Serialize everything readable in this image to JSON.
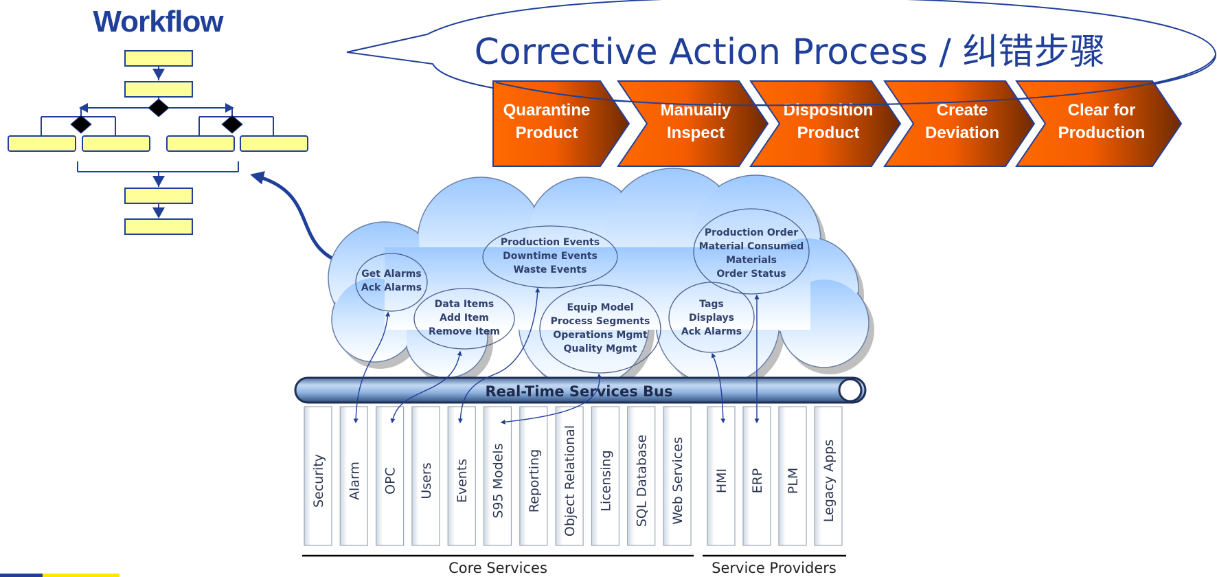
{
  "workflow": {
    "title": "Workflow"
  },
  "bubble": {
    "title": "Corrective Action Process / 纠错步骤"
  },
  "steps": [
    {
      "line1": "Quarantine",
      "line2": "Product"
    },
    {
      "line1": "Manually",
      "line2": "Inspect"
    },
    {
      "line1": "Disposition",
      "line2": "Product"
    },
    {
      "line1": "Create",
      "line2": "Deviation"
    },
    {
      "line1": "Clear for",
      "line2": "Production"
    }
  ],
  "cloud_groups": [
    {
      "name": "alarms",
      "lines": [
        "Get Alarms",
        "Ack Alarms"
      ]
    },
    {
      "name": "events",
      "lines": [
        "Production Events",
        "Downtime Events",
        "Waste Events"
      ]
    },
    {
      "name": "data-items",
      "lines": [
        "Data Items",
        "Add Item",
        "Remove Item"
      ]
    },
    {
      "name": "equip-model",
      "lines": [
        "Equip Model",
        "Process Segments",
        "Operations Mgmt",
        "Quality Mgmt"
      ]
    },
    {
      "name": "production-order",
      "lines": [
        "Production Order",
        "Material Consumed",
        "Materials",
        "Order Status"
      ]
    },
    {
      "name": "tags",
      "lines": [
        "Tags",
        "Displays",
        "Ack Alarms"
      ]
    }
  ],
  "bus": {
    "label": "Real-Time Services Bus"
  },
  "core_services": [
    "Security",
    "Alarm",
    "OPC",
    "Users",
    "Events",
    "S95 Models",
    "Reporting",
    "Object Relational",
    "Licensing",
    "SQL Database",
    "Web Services"
  ],
  "service_providers": [
    "HMI",
    "ERP",
    "PLM",
    "Legacy Apps"
  ],
  "groups": {
    "core": "Core Services",
    "providers": "Service Providers"
  },
  "colors": {
    "navy": "#1f3f99",
    "box_fill": "#ffff99",
    "arrow_orange": "#ff6a00",
    "arrow_dark": "#7a3000",
    "accent_yellow": "#ffe600"
  }
}
